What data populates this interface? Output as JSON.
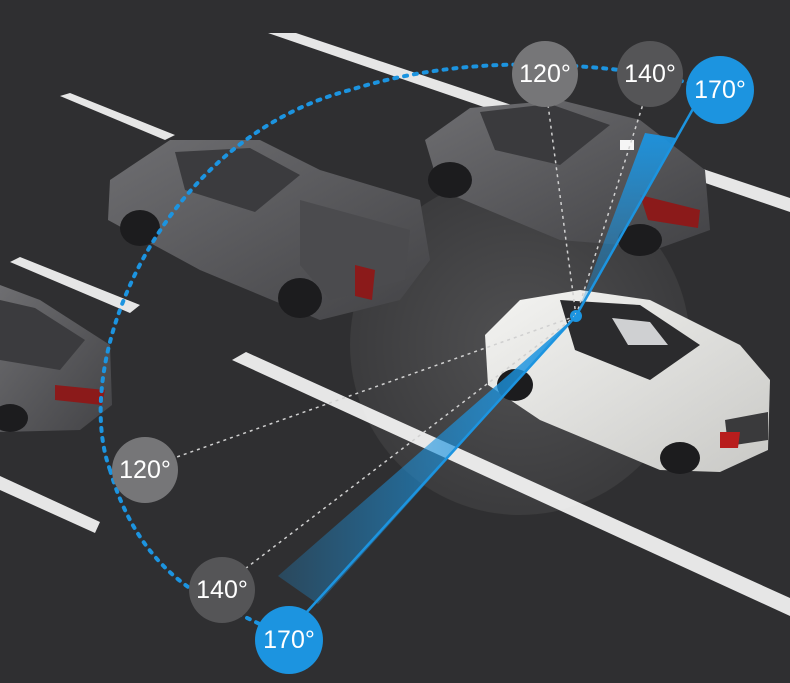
{
  "scene": {
    "subject": "reversing camera viewing angle illustration",
    "colors": {
      "road": "#2f2f31",
      "lane_marking": "#e9e9e9",
      "accent_blue": "#1c94e0",
      "gray_badge": "#6d6d6f",
      "dark_badge": "#4a4a4c",
      "white_car": "#e8e8e6",
      "gray_cars": "#5b5b5e"
    }
  },
  "angle_labels": {
    "upper": [
      {
        "text": "120°",
        "style": "gray"
      },
      {
        "text": "140°",
        "style": "dark"
      },
      {
        "text": "170°",
        "style": "blue"
      }
    ],
    "lower": [
      {
        "text": "120°",
        "style": "gray"
      },
      {
        "text": "140°",
        "style": "dark"
      },
      {
        "text": "170°",
        "style": "blue"
      }
    ]
  }
}
